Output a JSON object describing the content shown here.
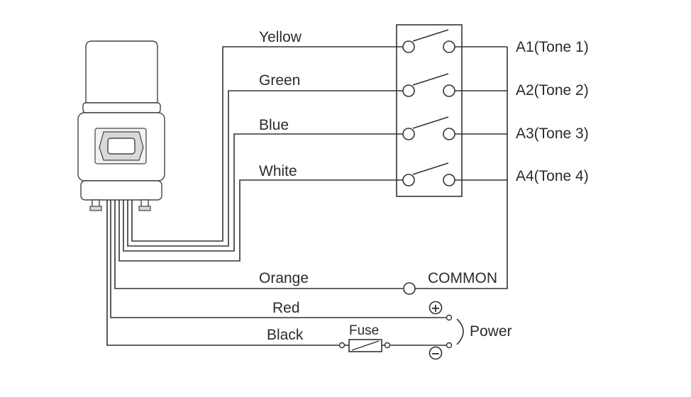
{
  "wires": {
    "yellow": "Yellow",
    "green": "Green",
    "blue": "Blue",
    "white": "White",
    "orange": "Orange",
    "red": "Red",
    "black": "Black"
  },
  "outputs": {
    "a1": "A1(Tone 1)",
    "a2": "A2(Tone 2)",
    "a3": "A3(Tone 3)",
    "a4": "A4(Tone 4)"
  },
  "common": "COMMON",
  "fuse": "Fuse",
  "power": "Power",
  "symbols": {
    "positive": "+",
    "negative": "−"
  }
}
